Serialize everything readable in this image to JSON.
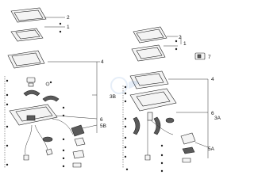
{
  "labels": {
    "left_1": "1",
    "left_2": "2",
    "left_4": "4",
    "left_6": "6",
    "left_3b": "3B",
    "left_5b": "5B",
    "right_1": "1",
    "right_2": "2",
    "right_4": "4",
    "right_6": "6",
    "right_3a": "3A",
    "right_5a": "5A",
    "extra_7": "7"
  },
  "watermark": "Ospa"
}
